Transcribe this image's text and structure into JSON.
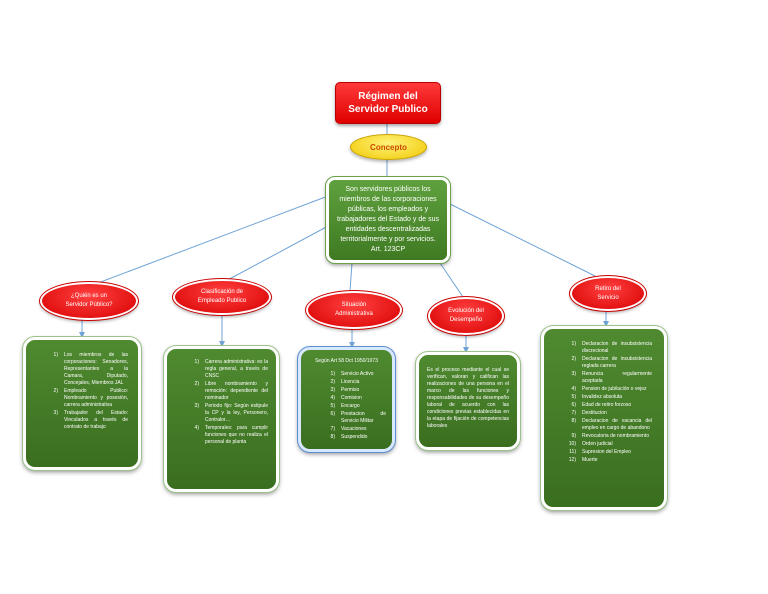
{
  "title": "Régimen del\nServidor Publico",
  "concept_label": "Concepto",
  "definition": "Son servidores públicos los miembros de las corporaciones públicas, los empleados y trabajadores del Estado y de sus entidades descentralizadas territorialmente y por servicios. Art. 123CP",
  "branches": [
    {
      "label": "¿Quién es un\nServidor Público?"
    },
    {
      "label": "Clasificación de\nEmpleado Publico"
    },
    {
      "label": "Situación\nAdministrativa"
    },
    {
      "label": "Evolución del\nDesempeño"
    },
    {
      "label": "Retiro del\nServicio"
    }
  ],
  "box1": {
    "items": [
      {
        "n": "1)",
        "t": "Los miembros de las corporaciones: Senadores, Representantes a la Camara, Diputado, Concejales, Miembros JAL"
      },
      {
        "n": "2)",
        "t": "Empleado Publico: Nombramiento y posesión, carrera administrativa"
      },
      {
        "n": "3)",
        "t": "Trabajador del Estado: Vinculados a través de contrato de trabajo"
      }
    ]
  },
  "box2": {
    "items": [
      {
        "n": "1)",
        "t": "Carrera administrativa: es la regla general, a través de CNSC"
      },
      {
        "n": "2)",
        "t": "Libre nombramiento y remoción: dependiente del nominador"
      },
      {
        "n": "3)",
        "t": "Periodo fijo: Según estipule la CP y la ley, Personero, Contralor…"
      },
      {
        "n": "4)",
        "t": "Temporales: para cumplir funciones que no realiza el personal de planta"
      }
    ]
  },
  "box3": {
    "header": "Según Art 58 Dct 1950/1973",
    "items": [
      {
        "n": "1)",
        "t": "Servicio Activo"
      },
      {
        "n": "2)",
        "t": "Licencia"
      },
      {
        "n": "3)",
        "t": "Permiso"
      },
      {
        "n": "4)",
        "t": "Comision"
      },
      {
        "n": "5)",
        "t": "Encargo"
      },
      {
        "n": "6)",
        "t": "Prestacion de Servicio Militar"
      },
      {
        "n": "7)",
        "t": "Vacaciones"
      },
      {
        "n": "8)",
        "t": "Suspendido"
      }
    ]
  },
  "box4": {
    "text": "Es el proceso mediante el cual se verifican, valoran y califican las realizaciones de una persona en el marco de las funciones y responsabilidades de su desempeño laboral de acuerdo con las condiciones previas establecidas en la etapa de fijación de competencias laborales"
  },
  "box5": {
    "items": [
      {
        "n": "1)",
        "t": "Declaracion de insubsistencia discrecional"
      },
      {
        "n": "2)",
        "t": "Declaracion de insubsistencia reglada carrera"
      },
      {
        "n": "3)",
        "t": "Renuncia regularmente aceptada"
      },
      {
        "n": "4)",
        "t": "Pension de jubilación o vejez"
      },
      {
        "n": "5)",
        "t": "Invalidez absoluta"
      },
      {
        "n": "6)",
        "t": "Edad de retiro forzoso"
      },
      {
        "n": "7)",
        "t": "Destitucion"
      },
      {
        "n": "8)",
        "t": "Declaracion de vacancia del empleo en cargo de abandono"
      },
      {
        "n": "9)",
        "t": "Revocatoria de nombramiento"
      },
      {
        "n": "10)",
        "t": "Orden judicial"
      },
      {
        "n": "11)",
        "t": "Supresion del Empleo"
      },
      {
        "n": "12)",
        "t": "Muerte"
      }
    ]
  },
  "colors": {
    "node_red": "#e00000",
    "concept_yellow": "#f0c800",
    "box_green": "#3f7a22",
    "connector": "#6fa3d6"
  }
}
